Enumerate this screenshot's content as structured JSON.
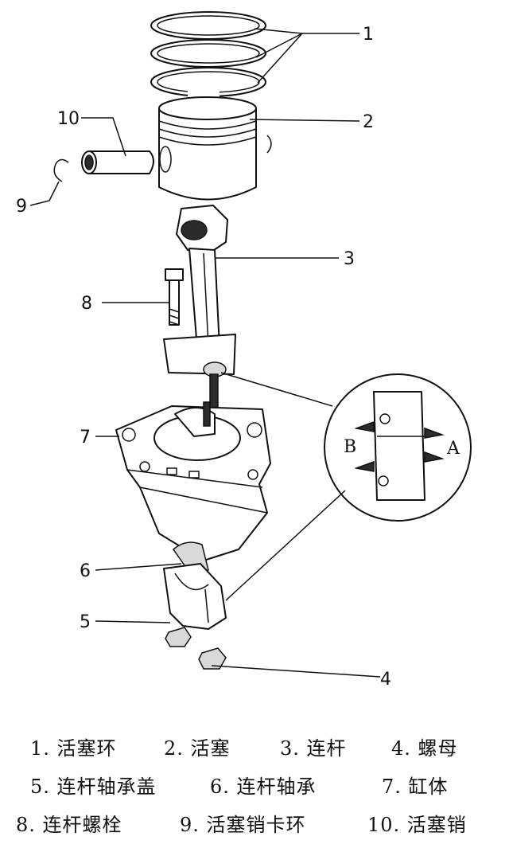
{
  "callouts": {
    "c1": "1",
    "c2": "2",
    "c3": "3",
    "c4": "4",
    "c5": "5",
    "c6": "6",
    "c7": "7",
    "c8": "8",
    "c9": "9",
    "c10": "10"
  },
  "detail": {
    "label_a": "A",
    "label_b": "B"
  },
  "legend": {
    "row1": [
      "1. 活塞环",
      "2. 活塞",
      "3. 连杆",
      "4. 螺母"
    ],
    "row2": [
      "5. 连杆轴承盖",
      "6. 连杆轴承",
      "7. 缸体"
    ],
    "row3": [
      "8. 连杆螺栓",
      "9. 活塞销卡环",
      "10. 活塞销"
    ]
  }
}
